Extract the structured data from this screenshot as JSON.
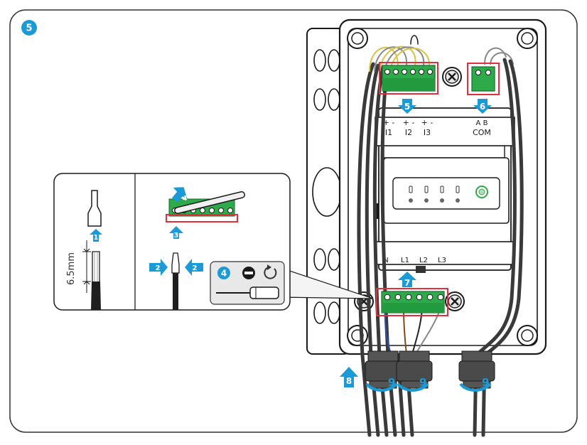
{
  "step": {
    "number": "5"
  },
  "inset": {
    "strip_length": "6.5mm",
    "step_numbers": {
      "insert_ferrule": "1",
      "crimp": "2",
      "insert_terminal": "3",
      "push_lever": "4",
      "screwdriver": "4"
    }
  },
  "meter": {
    "ct_block": {
      "callout": "5",
      "labels": [
        "I1",
        "I2",
        "I3"
      ],
      "polarity": "+ -"
    },
    "com_block": {
      "callout": "6",
      "pins": "A B",
      "label": "COM"
    },
    "voltage_block": {
      "callout": "7",
      "labels": [
        "N",
        "L1",
        "L2",
        "L3"
      ]
    },
    "led_count": 4
  },
  "glands": {
    "route_callout": "8",
    "tighten_callout": "9"
  },
  "colors": {
    "accent_blue": "#1b9ad6",
    "terminal_green": "#2eaa4a",
    "highlight_red": "#e0303a",
    "enclosure_stroke": "#1a1a1a",
    "wire_dark": "#3a3a3a"
  },
  "icons": [
    "arrow-up-icon",
    "arrow-right-icon",
    "arrow-left-icon",
    "arrow-down-icon",
    "flathead-screwdriver-icon",
    "rotate-clockwise-icon",
    "screw-icon"
  ]
}
